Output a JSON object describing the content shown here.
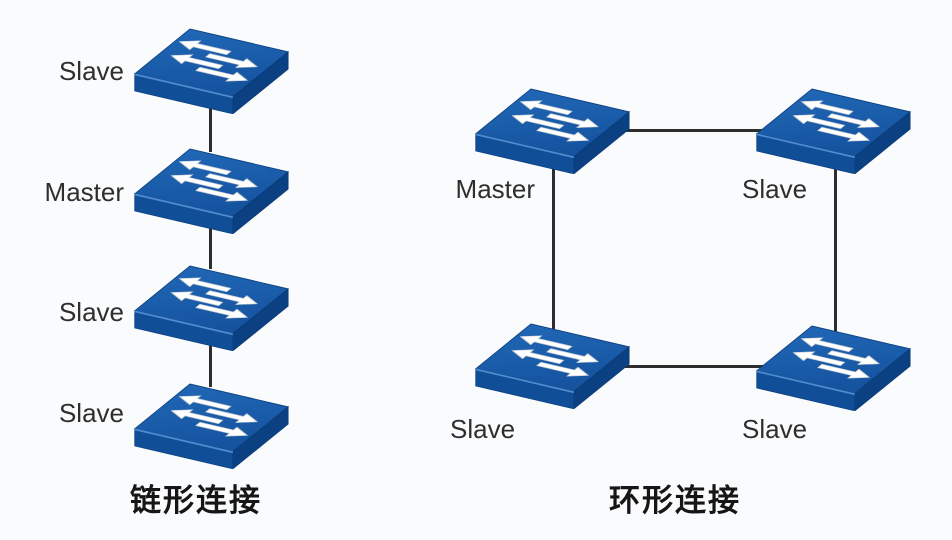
{
  "diagrams": {
    "chain": {
      "caption": "链形连接",
      "nodes": [
        {
          "label": "Slave"
        },
        {
          "label": "Master"
        },
        {
          "label": "Slave"
        },
        {
          "label": "Slave"
        }
      ]
    },
    "ring": {
      "caption": "环形连接",
      "nodes": [
        {
          "label": "Master"
        },
        {
          "label": "Slave"
        },
        {
          "label": "Slave"
        },
        {
          "label": "Slave"
        }
      ]
    },
    "colors": {
      "switch_top": "#1a5fae",
      "switch_front": "#114e98",
      "switch_side": "#0b4183",
      "switch_edge_highlight": "#4e8ccd",
      "arrow": "#ffffff",
      "link_line": "#2d2d2d",
      "background": "#fafbfc",
      "label_text": "#2e2e2e"
    }
  }
}
